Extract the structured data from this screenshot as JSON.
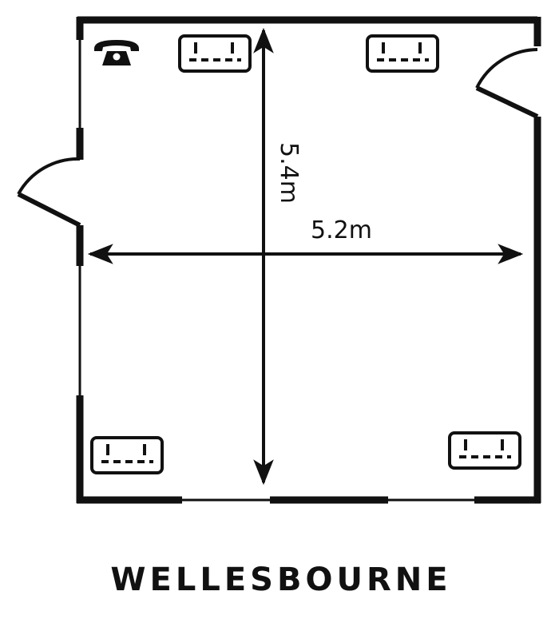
{
  "room": {
    "name": "WELLESBOURNE",
    "width_label": "5.2m",
    "length_label": "5.4m"
  },
  "icons": {
    "phone": "telephone-icon",
    "socket": "power-socket-icon"
  },
  "colors": {
    "ink": "#111111",
    "background": "#ffffff"
  }
}
